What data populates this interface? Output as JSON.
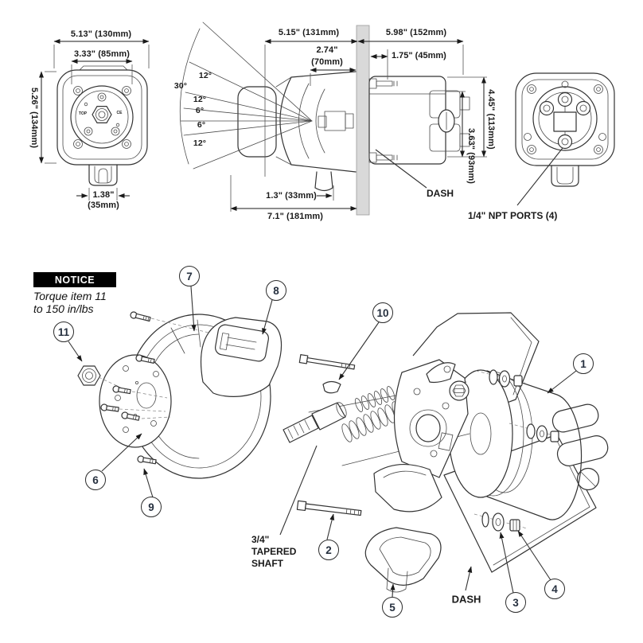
{
  "front_view": {
    "dim_width": "5.13\" (130mm)",
    "dim_mount": "3.33\" (85mm)",
    "dim_height": "5.26\" (134mm)",
    "dim_tab": "1.38\"",
    "dim_tab_metric": "(35mm)",
    "marking_top": "TOP",
    "marking_ce": "CE"
  },
  "side_view": {
    "dim_front_depth": "5.15\" (131mm)",
    "dim_hub_depth": "2.74\"",
    "dim_hub_depth_metric": "(70mm)",
    "dim_tab_clearance": "1.3\" (33mm)",
    "dim_total_depth": "7.1\" (181mm)",
    "label_dash": "DASH",
    "tilt_angles": [
      {
        "value": "12°"
      },
      {
        "value": "30°"
      },
      {
        "value": "12°"
      },
      {
        "value": "6°"
      },
      {
        "value": "6°"
      },
      {
        "value": "12°"
      }
    ]
  },
  "rear_view": {
    "dim_rear_depth": "5.98\" (152mm)",
    "dim_bolt": "1.75\" (45mm)",
    "dim_body_height": "4.45\" (113mm)",
    "dim_port_height": "3.63\" (93mm)",
    "label_ports": "1/4\" NPT PORTS (4)"
  },
  "exploded_view": {
    "notice_title": "NOTICE",
    "notice_line1": "Torque item 11",
    "notice_line2": "to 150 in/lbs",
    "shaft_line1": "3/4\"",
    "shaft_line2": "TAPERED",
    "shaft_line3": "SHAFT",
    "label_dash": "DASH",
    "callouts": [
      {
        "number": "1"
      },
      {
        "number": "2"
      },
      {
        "number": "3"
      },
      {
        "number": "4"
      },
      {
        "number": "5"
      },
      {
        "number": "6"
      },
      {
        "number": "7"
      },
      {
        "number": "8"
      },
      {
        "number": "9"
      },
      {
        "number": "10"
      },
      {
        "number": "11"
      }
    ]
  }
}
